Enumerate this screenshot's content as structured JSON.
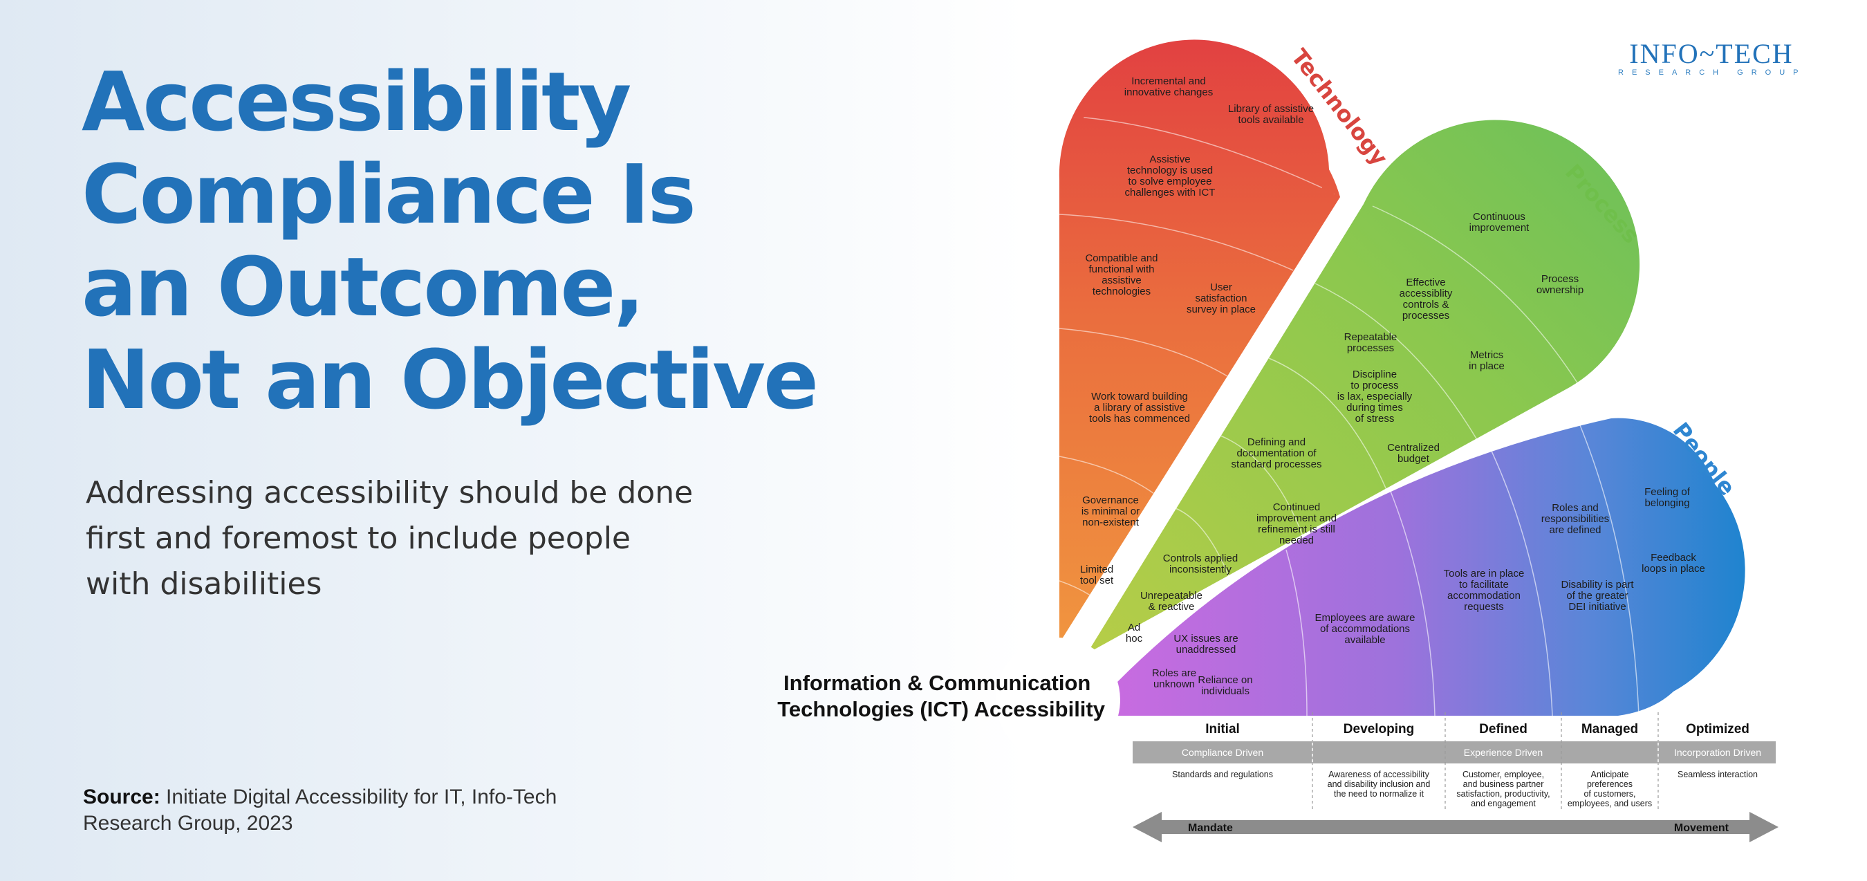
{
  "title_lines": [
    "Accessibility",
    "Compliance Is",
    "an Outcome,",
    "Not an Objective"
  ],
  "subtitle_lines": [
    "Addressing accessibility should be done",
    "first and foremost to include people",
    "with disabilities"
  ],
  "source": {
    "label": "Source:",
    "text_lines": [
      "Initiate Digital Accessibility for IT, Info-Tech",
      "Research Group, 2023"
    ]
  },
  "logo": {
    "name": "INFO~TECH",
    "tagline": "RESEARCH GROUP"
  },
  "diagram": {
    "center_label_lines": [
      "Information & Communication",
      "Technologies (ICT) Accessibility"
    ],
    "petals": {
      "technology": {
        "label": "Technology",
        "color": "#d8453f",
        "cells": [
          [
            "Incremental and",
            "innovative changes"
          ],
          [
            "Library of assistive",
            "tools available"
          ],
          [
            "Assistive",
            "technology is used",
            "to solve employee",
            "challenges with ICT"
          ],
          [
            "Compatible and",
            "functional with",
            "assistive",
            "technologies"
          ],
          [
            "User",
            "satisfaction",
            "survey in place"
          ],
          [
            "Work toward building",
            "a library of assistive",
            "tools has commenced"
          ],
          [
            "Governance",
            "is minimal or",
            "non-existent"
          ],
          [
            "Limited",
            "tool set"
          ]
        ]
      },
      "process": {
        "label": "Process",
        "color": "#6fbf4b",
        "cells": [
          [
            "Continuous",
            "improvement"
          ],
          [
            "Process",
            "ownership"
          ],
          [
            "Effective",
            "accessiblity",
            "controls &",
            "processes"
          ],
          [
            "Metrics",
            "in place"
          ],
          [
            "Repeatable",
            "processes"
          ],
          [
            "Discipline",
            "to process",
            "is lax, especially",
            "during times",
            "of stress"
          ],
          [
            "Centralized",
            "budget"
          ],
          [
            "Defining and",
            "documentation of",
            "standard processes"
          ],
          [
            "Continued",
            "improvement and",
            "refinement is still",
            "needed"
          ],
          [
            "Controls applied",
            "inconsistently"
          ],
          [
            "Unrepeatable",
            "& reactive"
          ],
          [
            "Ad",
            "hoc"
          ]
        ]
      },
      "people": {
        "label": "People",
        "color": "#2f86d1",
        "cells": [
          [
            "Feeling of",
            "belonging"
          ],
          [
            "Roles and",
            "responsibilities",
            "are defined"
          ],
          [
            "Feedback",
            "loops in place"
          ],
          [
            "Tools are in place",
            "to facilitate",
            "accommodation",
            "requests"
          ],
          [
            "Disability is part",
            "of the greater",
            "DEI initiative"
          ],
          [
            "Employees are aware",
            "of accommodations",
            "available"
          ],
          [
            "UX issues are",
            "unaddressed"
          ],
          [
            "Roles are",
            "unknown"
          ],
          [
            "Reliance on",
            "individuals"
          ]
        ]
      }
    },
    "levels": [
      "Initial",
      "Developing",
      "Defined",
      "Managed",
      "Optimized"
    ],
    "bands": [
      "Compliance Driven",
      "Experience Driven",
      "Incorporation Driven"
    ],
    "descriptions": [
      [
        "Standards and regulations"
      ],
      [
        "Awareness of accessibility",
        "and disability inclusion and",
        "the need to normalize it"
      ],
      [
        "Customer, employee,",
        "and business partner",
        "satisfaction, productivity,",
        "and engagement"
      ],
      [
        "Anticipate",
        "preferences",
        "of customers,",
        "employees, and users"
      ],
      [
        "Seamless interaction"
      ]
    ],
    "arrow": {
      "left": "Mandate",
      "right": "Movement"
    }
  }
}
